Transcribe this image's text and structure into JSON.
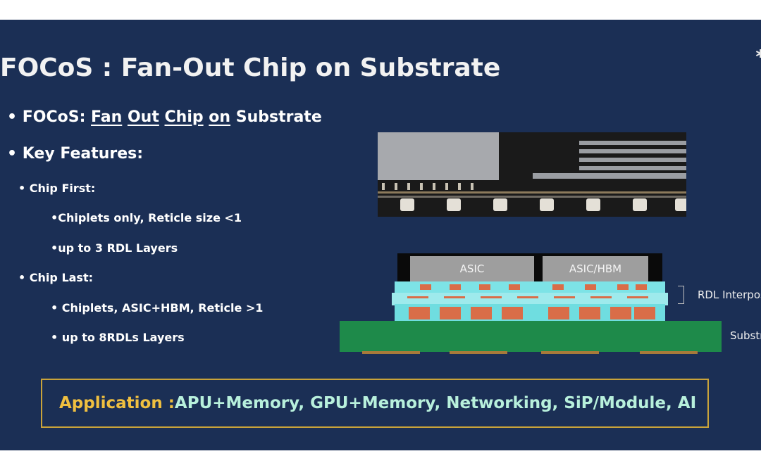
{
  "slide": {
    "title": "FOCoS : Fan-Out Chip on Substrate",
    "corner_mark": "*",
    "bullets": {
      "focos_label": "FOCoS: ",
      "focos_words": [
        "Fan",
        "Out",
        "Chip",
        "on",
        "Substrate"
      ],
      "key_features": "Key Features:",
      "chip_first": "Chip First:",
      "chip_first_items": [
        "Chiplets only, Reticle size <1",
        "up to 3 RDL Layers"
      ],
      "chip_last": "Chip Last:",
      "chip_last_items": [
        "Chiplets, ASIC+HBM, Reticle >1",
        "up to 8RDLs Layers"
      ]
    },
    "diagram": {
      "die_left": "ASIC",
      "die_right": "ASIC/HBM",
      "rdl_label": "RDL Interposer",
      "substrate_label": "Substrate"
    },
    "application": {
      "label": "Application : ",
      "items": "APU+Memory, GPU+Memory, Networking, SiP/Module, AI"
    }
  },
  "colors": {
    "slide_background": "#1b2f55",
    "title_text": "#f2f2f2",
    "application_label": "#f0c040",
    "application_items": "#b8f0dc",
    "application_border": "#c9a33a",
    "rdl_cyan": "#7de3e6",
    "copper": "#d96d48",
    "substrate_green": "#1e8a4a"
  }
}
